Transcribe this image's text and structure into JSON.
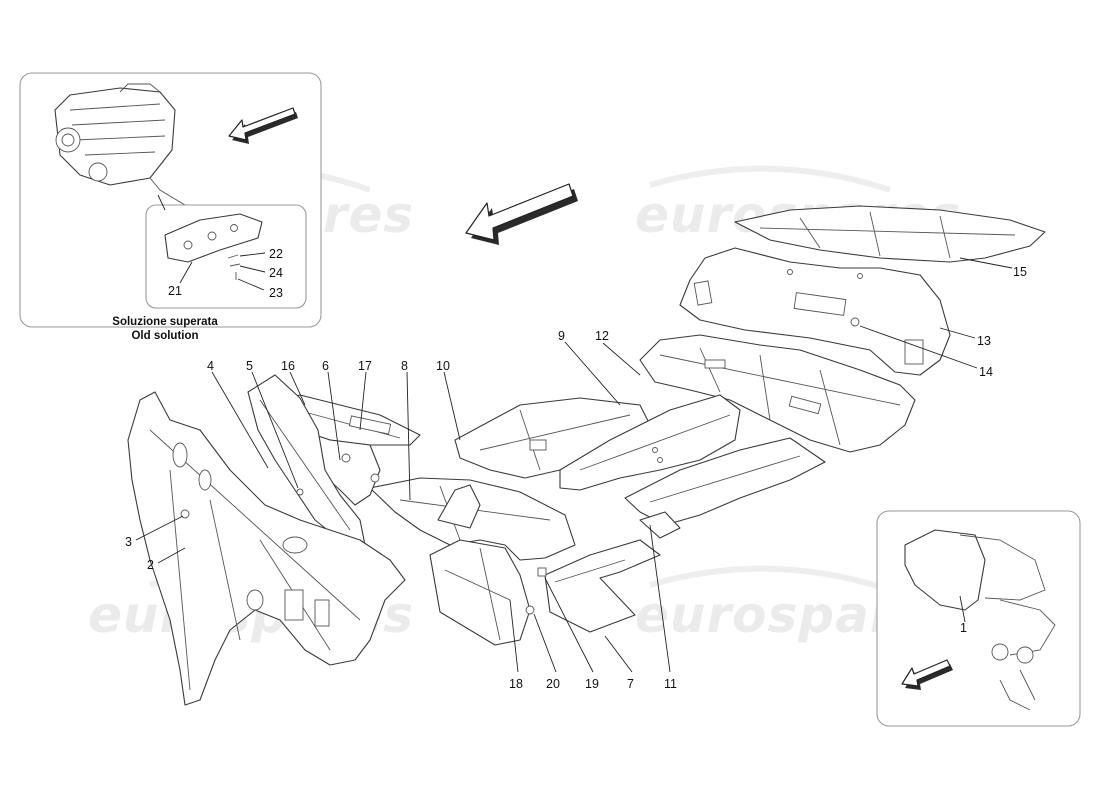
{
  "watermark": {
    "text": "eurospares"
  },
  "inset_old_solution": {
    "caption_line1": "Soluzione superata",
    "caption_line2": "Old solution"
  },
  "callouts": [
    {
      "id": "1",
      "label": "1"
    },
    {
      "id": "2",
      "label": "2"
    },
    {
      "id": "3",
      "label": "3"
    },
    {
      "id": "4",
      "label": "4"
    },
    {
      "id": "5",
      "label": "5"
    },
    {
      "id": "6",
      "label": "6"
    },
    {
      "id": "7",
      "label": "7"
    },
    {
      "id": "8",
      "label": "8"
    },
    {
      "id": "9",
      "label": "9"
    },
    {
      "id": "10",
      "label": "10"
    },
    {
      "id": "11",
      "label": "11"
    },
    {
      "id": "12",
      "label": "12"
    },
    {
      "id": "13",
      "label": "13"
    },
    {
      "id": "14",
      "label": "14"
    },
    {
      "id": "15",
      "label": "15"
    },
    {
      "id": "16",
      "label": "16"
    },
    {
      "id": "17",
      "label": "17"
    },
    {
      "id": "18",
      "label": "18"
    },
    {
      "id": "19",
      "label": "19"
    },
    {
      "id": "20",
      "label": "20"
    },
    {
      "id": "21",
      "label": "21"
    },
    {
      "id": "22",
      "label": "22"
    },
    {
      "id": "23",
      "label": "23"
    },
    {
      "id": "24",
      "label": "24"
    }
  ]
}
